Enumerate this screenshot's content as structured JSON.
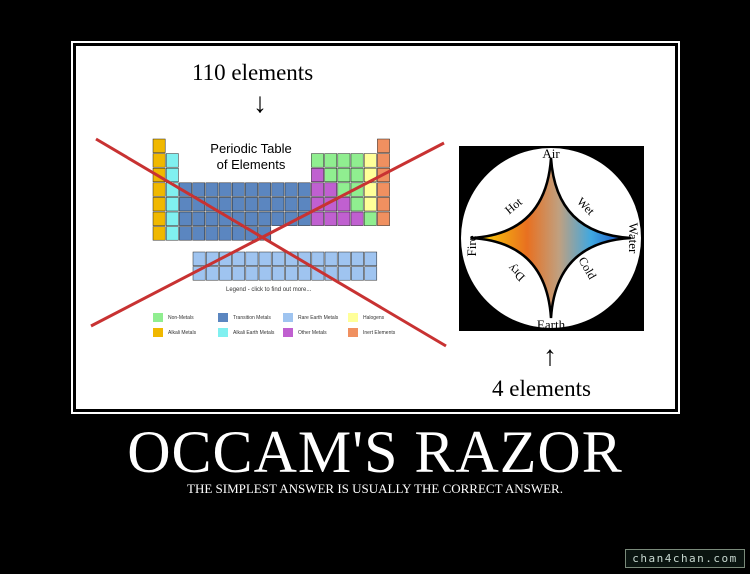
{
  "poster": {
    "title": "OCCAM'S RAZOR",
    "subtitle": "THE SIMPLEST ANSWER IS USUALLY THE CORRECT ANSWER.",
    "watermark": "chan4chan.com"
  },
  "left_panel": {
    "label": "110 elements",
    "arrow": "↓",
    "table_title_line1": "Periodic Table",
    "table_title_line2": "of Elements",
    "legend_heading": "Legend - click to find out more...",
    "legend": [
      {
        "label": "Non-Metals",
        "color": "#90ee90"
      },
      {
        "label": "Transition Metals",
        "color": "#5b86c0"
      },
      {
        "label": "Rare Earth Metals",
        "color": "#9fc4f0"
      },
      {
        "label": "Halogens",
        "color": "#ffff99"
      },
      {
        "label": "Alkali Metals",
        "color": "#f0b800"
      },
      {
        "label": "Alkali Earth Metals",
        "color": "#80f0f0"
      },
      {
        "label": "Other Metals",
        "color": "#c060d0"
      },
      {
        "label": "Inert Elements",
        "color": "#f09060"
      }
    ],
    "cross_color": "#c83232"
  },
  "right_panel": {
    "label": "4 elements",
    "arrow": "↑",
    "elements": [
      "Air",
      "Fire",
      "Water",
      "Earth"
    ],
    "qualities": [
      "Hot",
      "Wet",
      "Dry",
      "Cold"
    ]
  }
}
